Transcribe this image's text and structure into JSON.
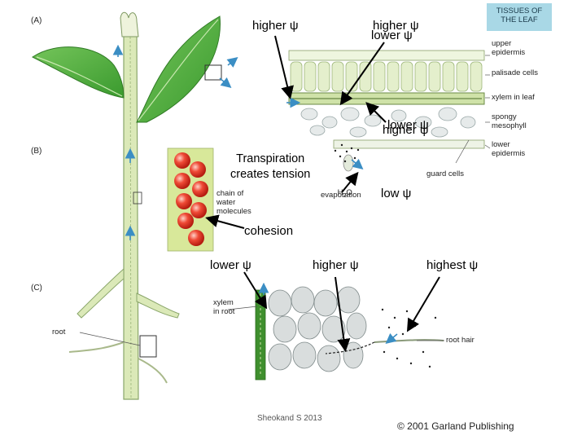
{
  "panels": {
    "a": "(A)",
    "b": "(B)",
    "c": "(C)"
  },
  "title_box": "TISSUES OF\nTHE LEAF",
  "leaf_labels": {
    "upper_epidermis": "upper\nepidermis",
    "palisade": "palisade cells",
    "xylem_leaf": "xylem in leaf",
    "spongy": "spongy\nmesophyll",
    "lower_epidermis": "lower\nepidermis",
    "guard_cells": "guard cells"
  },
  "b_labels": {
    "chain": "chain of\nwater\nmolecules",
    "evaporation": "evaporation",
    "h2o": "H",
    "h2o_sub": "2",
    "h2o_end": "O"
  },
  "c_labels": {
    "xylem_root": "xylem\nin root",
    "root_hair": "root hair",
    "root": "root"
  },
  "overlays": {
    "higher1": "higher ψ",
    "higher2": "higher ψ",
    "lower1": "lower ψ",
    "lower_top": "lower ψ",
    "higher_overlap": "higher ψ",
    "transpiration": "Transpiration\ncreates tension",
    "low": "low ψ",
    "cohesion": "cohesion",
    "lower_left": "lower ψ",
    "higher_mid": "higher ψ",
    "highest": "highest ψ"
  },
  "credits": {
    "sheokand": "Sheokand S 2013",
    "garland": "© 2001 Garland Publishing"
  },
  "colors": {
    "leaf": "#4caf3a",
    "stem": "#dbe9b8",
    "arrow_blue": "#3b8ec4",
    "water": "#e53a2b",
    "chain_bg": "#d8e89a",
    "title_bg": "#a9d8e6"
  }
}
